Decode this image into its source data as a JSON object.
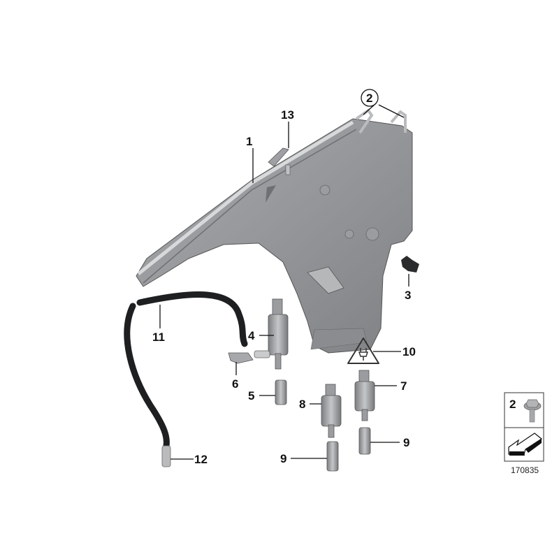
{
  "diagram": {
    "callouts": [
      {
        "id": "1",
        "part": "tank"
      },
      {
        "id": "2",
        "part": "screw",
        "circled": true
      },
      {
        "id": "3",
        "part": "level-sensor"
      },
      {
        "id": "4",
        "part": "washer-pump"
      },
      {
        "id": "5",
        "part": "grommet"
      },
      {
        "id": "6",
        "part": "connector"
      },
      {
        "id": "7",
        "part": "washer-pump"
      },
      {
        "id": "8",
        "part": "washer-pump"
      },
      {
        "id": "9",
        "part": "grommet"
      },
      {
        "id": "9",
        "part": "grommet"
      },
      {
        "id": "10",
        "part": "warning-label"
      },
      {
        "id": "11",
        "part": "hose"
      },
      {
        "id": "12",
        "part": "hose-connector"
      },
      {
        "id": "13",
        "part": "clip"
      }
    ],
    "legend_box": {
      "item_number": "2",
      "icon": "screw-icon",
      "direction_icon": "arrow-icon"
    },
    "reference_number": "170835",
    "colors": {
      "part_fill": "#8e9093",
      "hose": "#1e1f21",
      "line": "#111111"
    }
  }
}
